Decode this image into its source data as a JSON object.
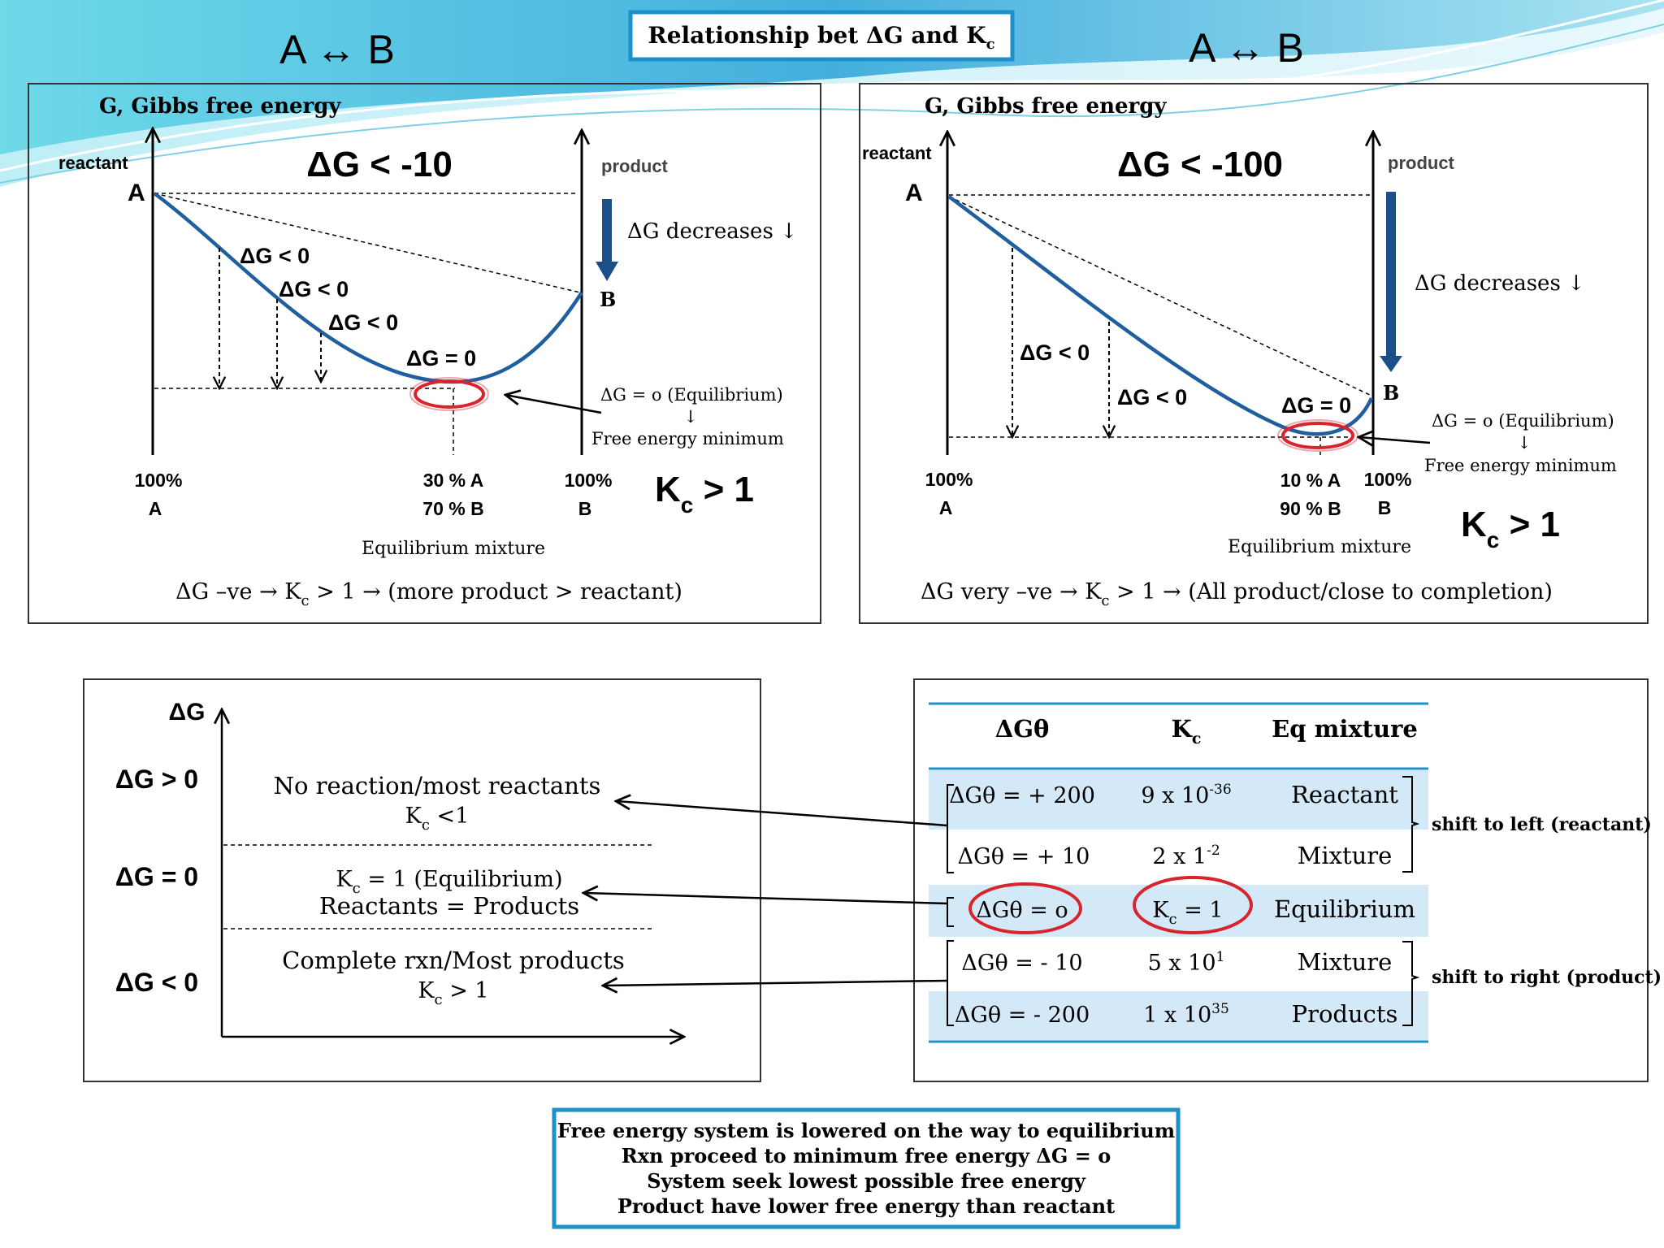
{
  "title": {
    "text": "Relationship bet ΔG and K",
    "sub": "c"
  },
  "left_panel": {
    "reaction": "A  ↔ B",
    "y_axis": "G, Gibbs free energy",
    "reactant": "reactant",
    "product": "product",
    "label_A": "A",
    "label_B": "B",
    "big_dg": "ΔG < -10",
    "dg_decreases": "ΔG decreases ↓",
    "dg_neg_1": "ΔG < 0",
    "dg_neg_2": "ΔG < 0",
    "dg_neg_3": "ΔG < 0",
    "dg_zero": "ΔG = 0",
    "equilibrium_note": "ΔG = o (Equilibrium)",
    "down_arrow": "↓",
    "minimum_note": "Free energy minimum",
    "x_left_pct": "100%",
    "x_left_lbl": "A",
    "x_mid_1": "30 % A",
    "x_mid_2": "70 % B",
    "x_right_pct": "100%",
    "x_right_lbl": "B",
    "kc": "K",
    "kc_sub": "c",
    "kc_rest": " > 1",
    "xlabel": "Equilibrium mixture",
    "summary_a": "ΔG –ve → K",
    "summary_sub": "c",
    "summary_b": " > 1 → (more product > reactant)"
  },
  "right_panel": {
    "reaction": "A  ↔ B",
    "y_axis": "G, Gibbs free energy",
    "reactant": "reactant",
    "product": "product",
    "label_A": "A",
    "label_B": "B",
    "big_dg": "ΔG < -100",
    "dg_decreases": "ΔG decreases ↓",
    "dg_neg_1": "ΔG < 0",
    "dg_neg_2": "ΔG < 0",
    "dg_zero": "ΔG = 0",
    "equilibrium_note": "ΔG = o (Equilibrium)",
    "down_arrow": "↓",
    "minimum_note": "Free energy minimum",
    "x_left_pct": "100%",
    "x_left_lbl": "A",
    "x_mid_1": "10 % A",
    "x_mid_2": "90 % B",
    "x_right_pct": "100%",
    "x_right_lbl": "B",
    "kc": "K",
    "kc_sub": "c",
    "kc_rest": " > 1",
    "xlabel": "Equilibrium mixture",
    "summary_a": "ΔG very –ve → K",
    "summary_sub": "c",
    "summary_b": " > 1 → (All product/close to completion)"
  },
  "bottom_left": {
    "axis": "ΔG",
    "rows": [
      {
        "level": "ΔG > 0",
        "line1": "No reaction/most reactants",
        "line2a": "K",
        "line2sub": "c",
        "line2b": " <1"
      },
      {
        "level": "ΔG = 0",
        "line1a": "K",
        "line1sub": "c",
        "line1b": " = 1 (Equilibrium)",
        "line2": "Reactants = Products"
      },
      {
        "level": "ΔG < 0",
        "line1": "Complete rxn/Most products",
        "line2a": "K",
        "line2sub": "c",
        "line2b": " > 1"
      }
    ]
  },
  "table": {
    "headers": [
      "ΔGθ",
      "K",
      "Eq mixture"
    ],
    "kc_sub": "c",
    "rows": [
      {
        "dg": "ΔGθ = + 200",
        "kc": "9 x 10",
        "kc_exp": "-36",
        "mix": "Reactant"
      },
      {
        "dg": "ΔGθ = + 10",
        "kc": "2 x 1",
        "kc_exp": "-2",
        "mix": "Mixture"
      },
      {
        "dg": "ΔGθ = o",
        "kc": "K",
        "kc_sub": "c",
        "kc_rest": " = 1",
        "mix": "Equilibrium"
      },
      {
        "dg": "ΔGθ = - 10",
        "kc": "5 x 10",
        "kc_exp": "1",
        "mix": "Mixture"
      },
      {
        "dg": "ΔGθ = - 200",
        "kc": "1 x 10",
        "kc_exp": "35",
        "mix": "Products"
      }
    ],
    "shift_left": "shift to left (reactant)",
    "shift_right": "shift to right (product)"
  },
  "footer": [
    "Free energy system is lowered on the way to equilibrium",
    "Rxn proceed to minimum free energy ΔG = o",
    "System seek lowest possible free energy",
    "Product have lower free energy than reactant"
  ],
  "colors": {
    "accent": "#1e90c8",
    "curve": "#1f5fa0",
    "dark_arrow": "#1a4f8a",
    "ring": "#d8242c",
    "row_fill": "#d4e9f7"
  }
}
